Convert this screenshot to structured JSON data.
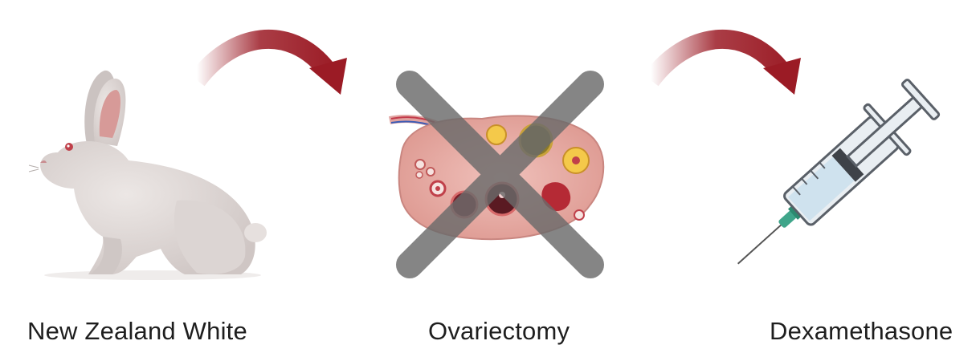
{
  "steps": [
    {
      "label": "New Zealand White",
      "icon": "rabbit-icon"
    },
    {
      "label": "Ovariectomy",
      "icon": "ovary-crossed-icon"
    },
    {
      "label": "Dexamethasone",
      "icon": "syringe-icon"
    }
  ],
  "connectors": [
    {
      "icon": "curved-arrow-icon",
      "color": "#9b1b25"
    },
    {
      "icon": "curved-arrow-icon",
      "color": "#9b1b25"
    }
  ],
  "colors": {
    "arrow": "#9b1b25",
    "rabbit_fur": "#d9d2d0",
    "ovary_tissue": "#e3a8a3",
    "cross": "#6b6b6b",
    "syringe_barrel": "#e9eef2",
    "needle_hub": "#3fa58a"
  }
}
